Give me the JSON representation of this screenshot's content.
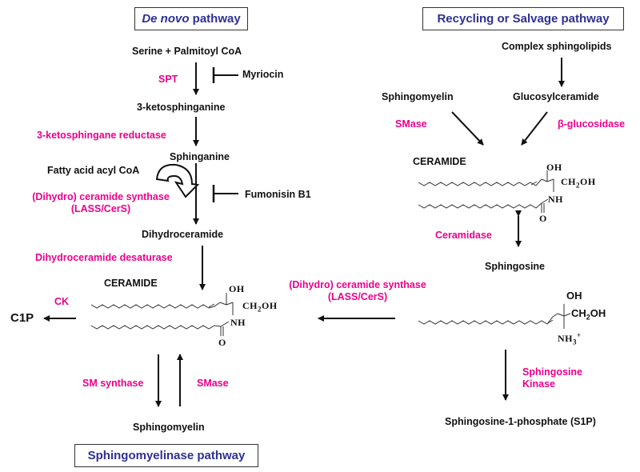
{
  "colors": {
    "enzyme": "#ec008c",
    "pathway_title": "#2e3192",
    "text": "#111111"
  },
  "pathways": {
    "de_novo_em": "De novo",
    "de_novo_rest": " pathway",
    "salvage": "Recycling or Salvage pathway",
    "sphingomyelinase": "Sphingomyelinase pathway"
  },
  "de_novo": {
    "serine": "Serine + Palmitoyl CoA",
    "spt": "SPT",
    "myriocin": "Myriocin",
    "ketosphinganine": "3-ketosphinganine",
    "reductase": "3-ketosphingane reductase",
    "sphinganine": "Sphinganine",
    "fatty_acid": "Fatty acid acyl CoA",
    "ceramide_synthase_1": "(Dihydro) ceramide synthase",
    "ceramide_synthase_2": "(LASS/CerS)",
    "fumonisin": "Fumonisin B1",
    "dihydroceramide": "Dihydroceramide",
    "desaturase": "Dihydroceramide desaturase",
    "ceramide": "CERAMIDE",
    "ck": "CK",
    "c1p": "C1P",
    "sm_synthase": "SM synthase",
    "smase": "SMase",
    "sphingomyelin": "Sphingomyelin"
  },
  "salvage": {
    "complex": "Complex sphingolipids",
    "sphingomyelin": "Sphingomyelin",
    "glucosylceramide": "Glucosylceramide",
    "smase": "SMase",
    "glucosidase": "β-glucosidase",
    "ceramide": "CERAMIDE",
    "ceramidase": "Ceramidase",
    "sphingosine": "Sphingosine",
    "synthase_1": "(Dihydro) ceramide synthase",
    "synthase_2": "(LASS/CerS)",
    "kinase_1": "Sphingosine",
    "kinase_2": "Kinase",
    "s1p": "Sphingosine-1-phosphate (S1P)"
  },
  "atoms": {
    "oh": "OH",
    "ch": "CH",
    "two": "2",
    "oh_end": "OH",
    "nh": "NH",
    "o": "O",
    "nh3": "NH",
    "three": "3",
    "plus": "+"
  }
}
